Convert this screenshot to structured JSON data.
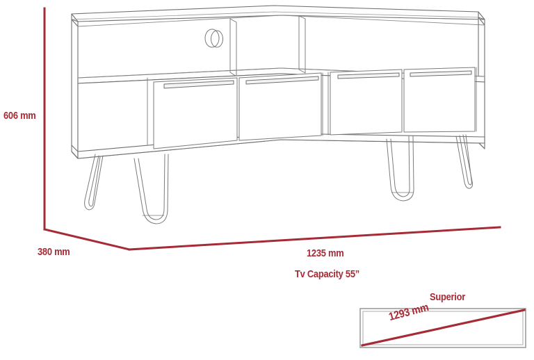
{
  "drawing": {
    "product_type": "tv-stand",
    "background_color": "#ffffff",
    "line_color": "#6b6b6b",
    "dimension_color": "#a62b36"
  },
  "dimensions": {
    "height": "606 mm",
    "depth": "380 mm",
    "width": "1235 mm",
    "capacity_note": "Tv Capacity 55”"
  },
  "inset": {
    "title": "Superior",
    "diagonal": "1293 mm"
  }
}
